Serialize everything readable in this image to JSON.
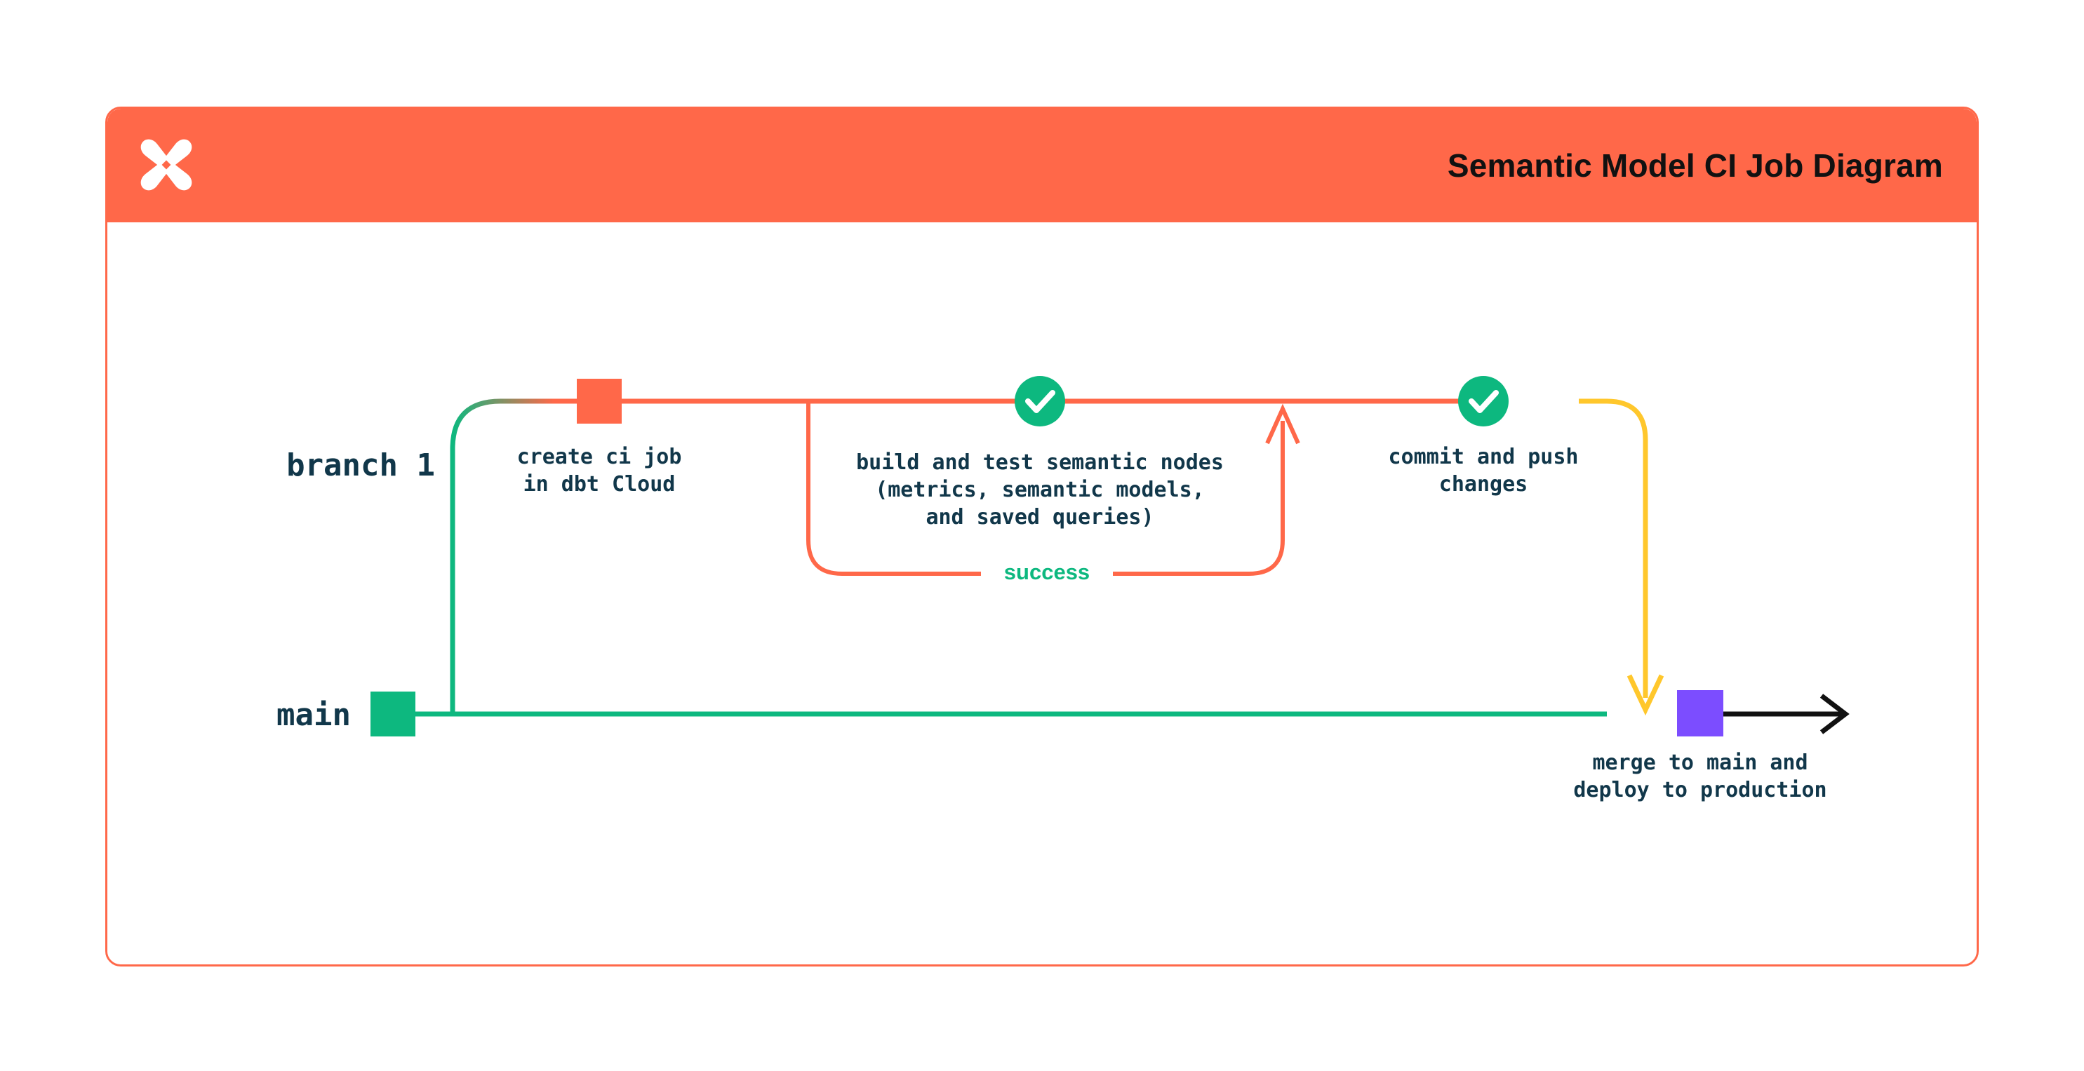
{
  "card": {
    "title": "Semantic Model CI Job Diagram",
    "logo_icon": "dbt-x-logo-icon",
    "header_color": "#FF6849",
    "border_color": "#FF6849"
  },
  "lanes": [
    {
      "id": "branch-1",
      "label": "branch 1"
    },
    {
      "id": "main",
      "label": "main"
    }
  ],
  "nodes": [
    {
      "id": "create-ci-job",
      "shape": "square",
      "color": "#FF6849",
      "caption": "create ci job\nin dbt Cloud"
    },
    {
      "id": "build-and-test",
      "shape": "check-circle",
      "color": "#0DB87F",
      "icon": "check-circle-icon",
      "caption": "build and test semantic nodes\n(metrics, semantic models,\nand saved queries)"
    },
    {
      "id": "commit-and-push",
      "shape": "check-circle",
      "color": "#0DB87F",
      "icon": "check-circle-icon",
      "caption": "commit and push\nchanges"
    },
    {
      "id": "merge-to-main",
      "shape": "square",
      "color": "#7C4DFF",
      "caption": "merge to main and\ndeploy to production"
    },
    {
      "id": "main-start",
      "shape": "square",
      "color": "#0DB87F",
      "caption": ""
    }
  ],
  "edges": [
    {
      "id": "success-loop",
      "label": "success",
      "color": "#FF6849",
      "label_color": "#0DB87F"
    },
    {
      "id": "branch-off",
      "label": "",
      "color": "#0DB87F"
    },
    {
      "id": "merge-down",
      "label": "",
      "color": "#FFC72C"
    },
    {
      "id": "main-continue",
      "label": "",
      "color": "#111111"
    }
  ],
  "colors": {
    "orange": "#FF6849",
    "teal": "#0DB87F",
    "yellow": "#FFC72C",
    "purple": "#7C4DFF",
    "navy": "#11374A",
    "black": "#111111"
  }
}
